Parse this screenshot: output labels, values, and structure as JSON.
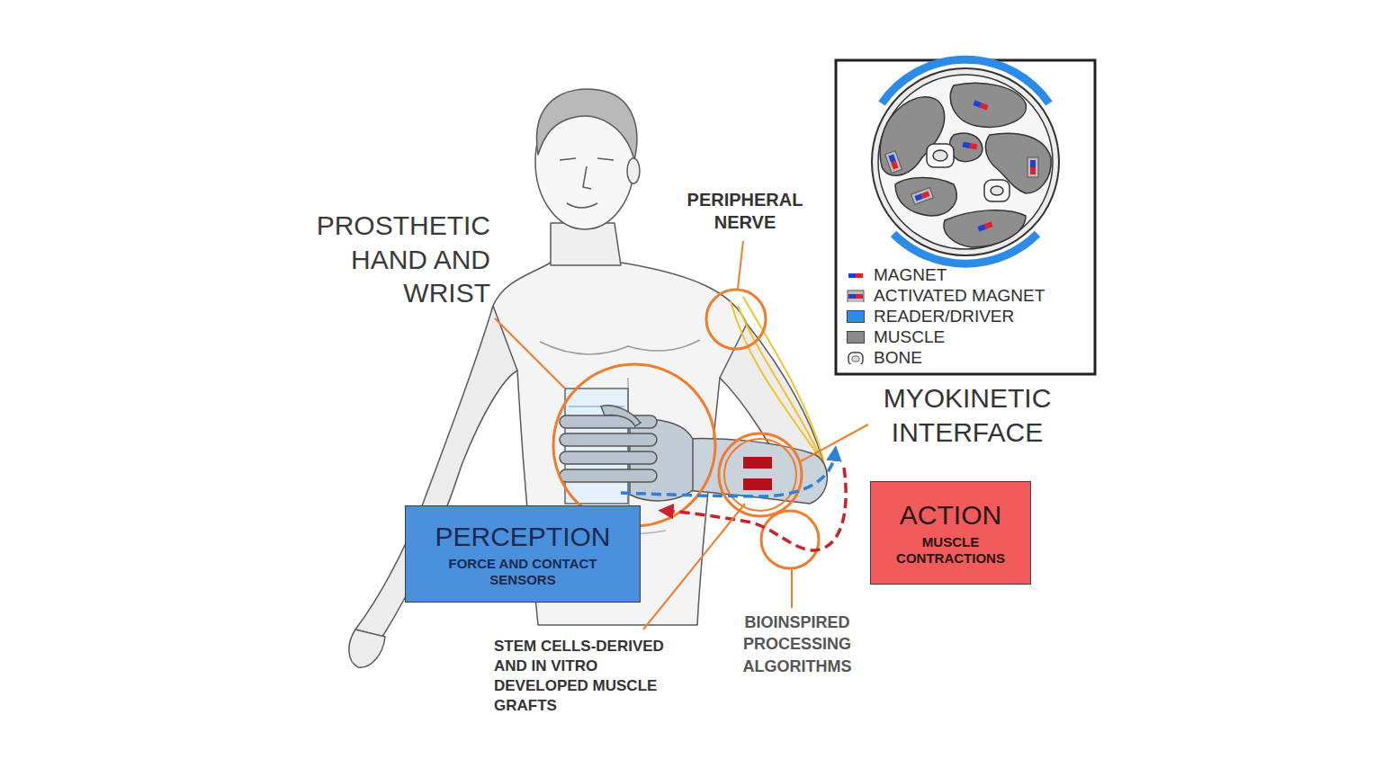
{
  "diagram": {
    "nodes": [
      {
        "text": [
          "PERCEPTION",
          "FORCE AND CONTACT SENSORS"
        ]
      },
      {
        "text": [
          "ACTION",
          "MUSCLE CONTRACTIONS"
        ]
      }
    ],
    "labels": [
      "PROSTHETIC HAND AND WRIST",
      "PERIPHERAL NERVE",
      "MYOKINETIC INTERFACE",
      "STEM CELLS-DERIVED AND IN VITRO DEVELOPED MUSCLE GRAFTS",
      "BIOINSPIRED PROCESSING ALGORITHMS"
    ],
    "legend": [
      {
        "text": "MAGNET"
      },
      {
        "text": "ACTIVATED MAGNET"
      },
      {
        "text": "READER/DRIVER",
        "color": "#2b8be6"
      },
      {
        "text": "MUSCLE",
        "color": "#8a8a8a"
      },
      {
        "text": "BONE"
      }
    ]
  }
}
